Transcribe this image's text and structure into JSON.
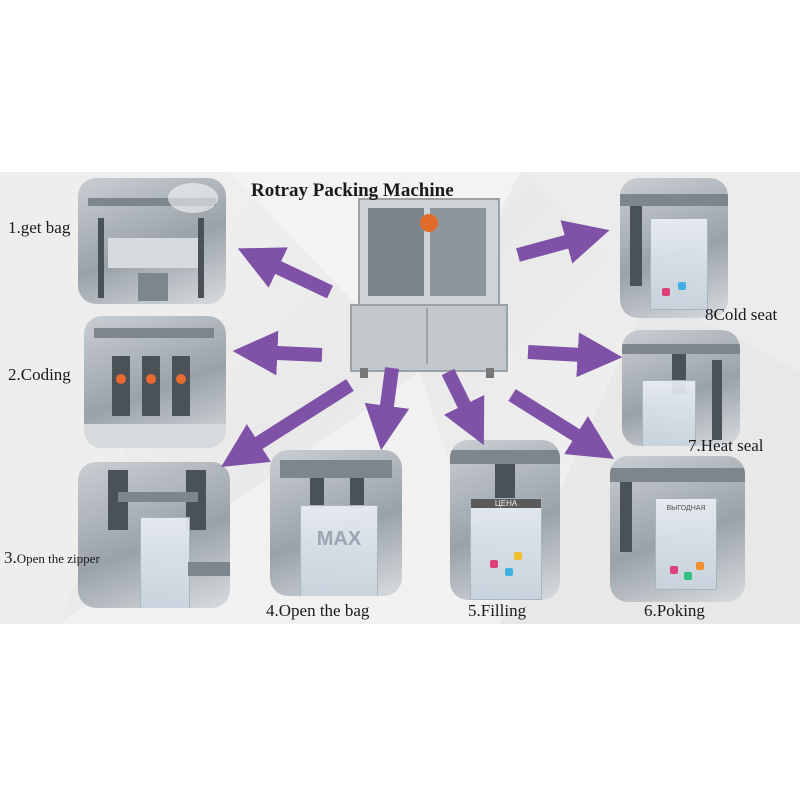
{
  "title": "Rotray Packing Machine",
  "steps": [
    {
      "label": "1.get bag"
    },
    {
      "label": "2.Coding"
    },
    {
      "label": "3.Open the zipper",
      "number": "3.",
      "text": "Open the zipper"
    },
    {
      "label": "4.Open the bag"
    },
    {
      "label": "5.Filling"
    },
    {
      "label": "6.Poking"
    },
    {
      "label": "7.Heat seal"
    },
    {
      "label": "8Cold seat"
    }
  ],
  "bag_print": {
    "brand": "MAX",
    "price_text": "ЦЕНА",
    "promo_text": "ВЫГОДНАЯ"
  },
  "colors": {
    "arrow": "#7f52a7",
    "text": "#1a1a1a",
    "steel": "#b9bfc4"
  }
}
